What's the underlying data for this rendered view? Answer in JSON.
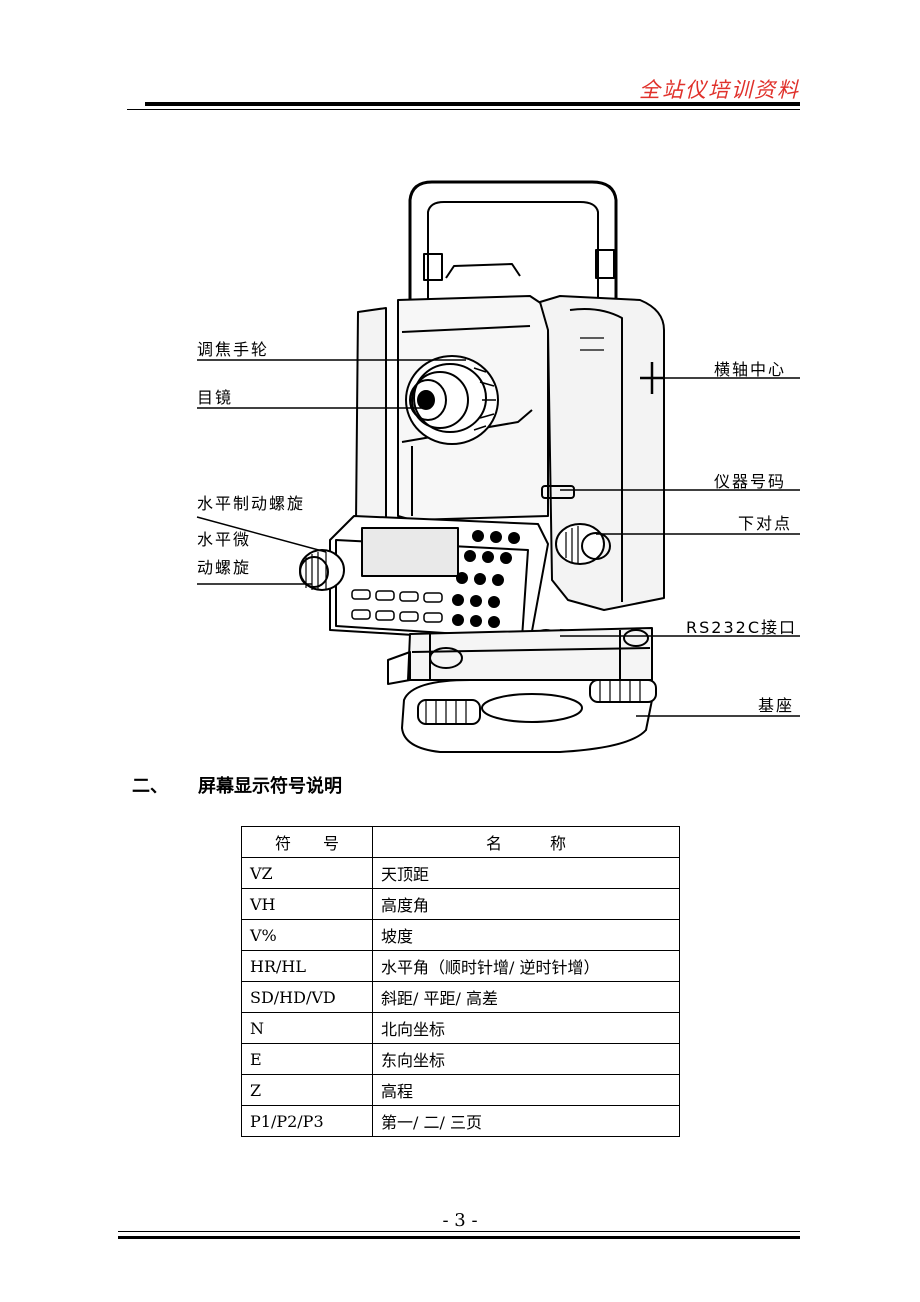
{
  "header": {
    "title": "全站仪培训资料"
  },
  "labels": {
    "focus_knob": "调焦手轮",
    "eyepiece": "目镜",
    "h_clamp": "水平制动螺旋",
    "h_tangent_1": "水平微",
    "h_tangent_2": "动螺旋",
    "axis_center": "横轴中心",
    "serial_no": "仪器号码",
    "plummet": "下对点",
    "rs232c": "RS232C接口",
    "base": "基座"
  },
  "section": {
    "number": "二、",
    "title": "屏幕显示符号说明"
  },
  "table": {
    "headers": [
      "符　　号",
      "名　　　称"
    ],
    "rows": [
      [
        "VZ",
        "天顶距"
      ],
      [
        "VH",
        "高度角"
      ],
      [
        "V%",
        "坡度"
      ],
      [
        "HR/HL",
        "水平角（顺时针增/ 逆时针增）"
      ],
      [
        "SD/HD/VD",
        "斜距/ 平距/ 高差"
      ],
      [
        "N",
        "北向坐标"
      ],
      [
        "E",
        "东向坐标"
      ],
      [
        "Z",
        "高程"
      ],
      [
        "P1/P2/P3",
        "第一/ 二/ 三页"
      ]
    ]
  },
  "footer": {
    "page": "- 3 -"
  }
}
